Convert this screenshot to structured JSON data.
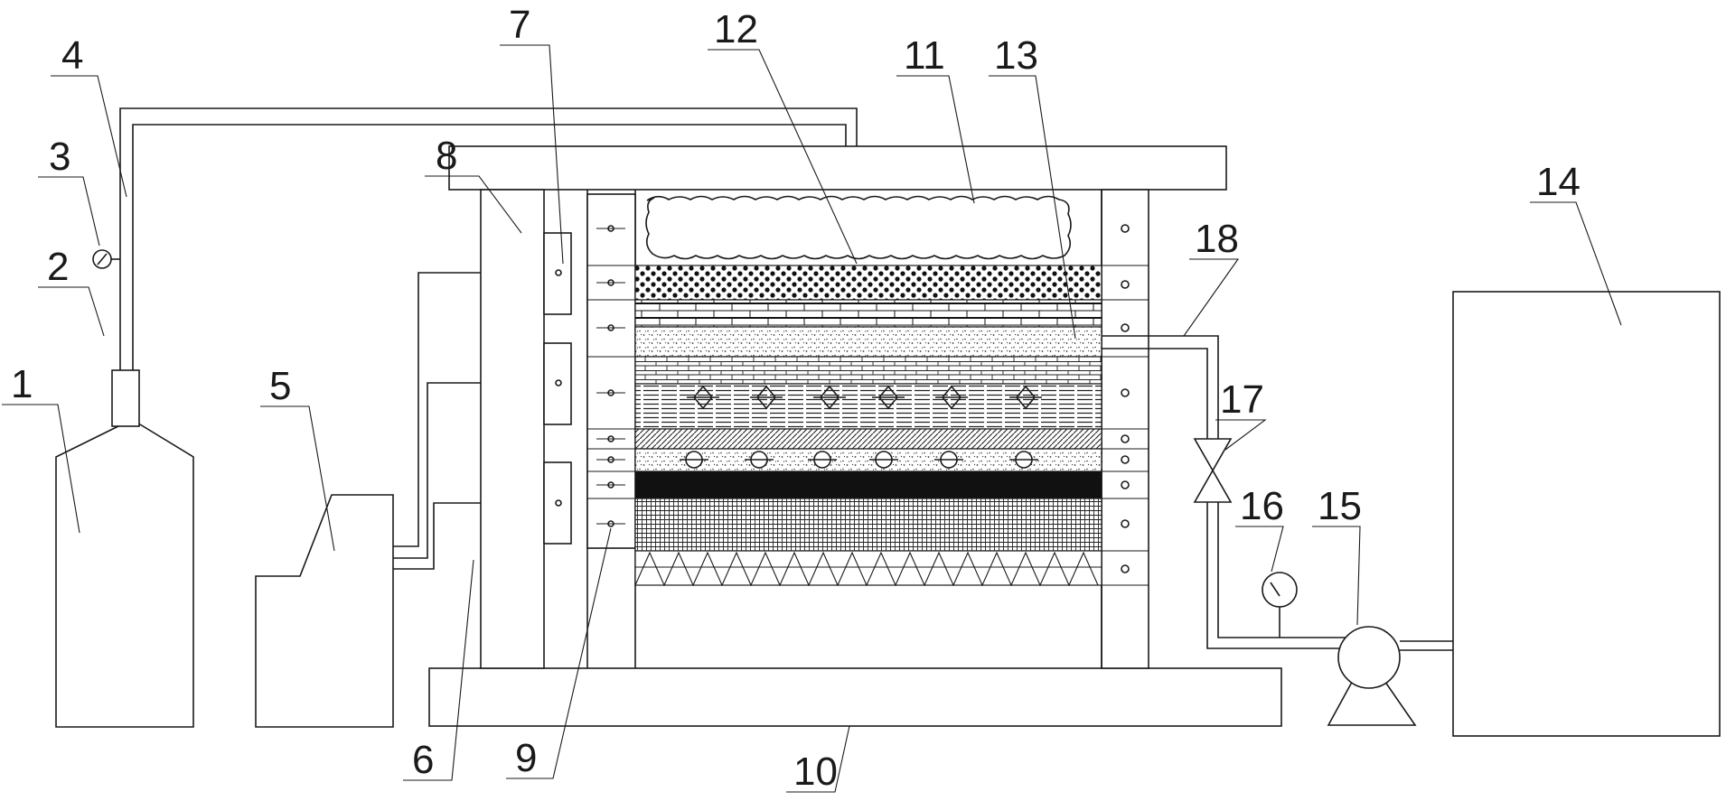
{
  "labels": {
    "n1": "1",
    "n2": "2",
    "n3": "3",
    "n4": "4",
    "n5": "5",
    "n6": "6",
    "n7": "7",
    "n8": "8",
    "n9": "9",
    "n10": "10",
    "n11": "11",
    "n12": "12",
    "n13": "13",
    "n14": "14",
    "n15": "15",
    "n16": "16",
    "n17": "17",
    "n18": "18"
  },
  "colors": {
    "line": "#1a1a1a",
    "background": "#ffffff",
    "fill_dark": "#111111"
  },
  "icons": [
    "gauge-icon",
    "valve-icon",
    "pump-icon",
    "sensor-port-icon"
  ]
}
